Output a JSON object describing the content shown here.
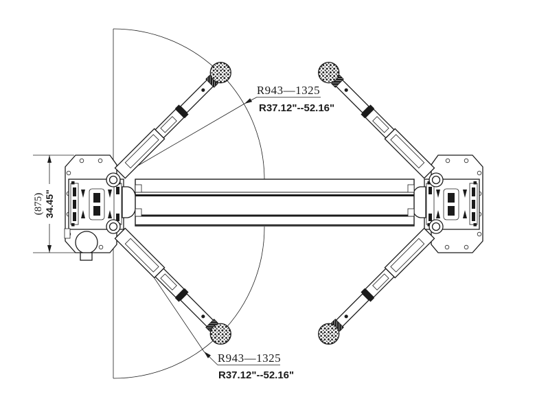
{
  "drawing": {
    "type": "technical-plan-view-two-post-lift",
    "colors": {
      "ink": "#1b1b1b",
      "background": "#ffffff"
    },
    "annotations": {
      "top_radius": {
        "metric": "R943—1325",
        "inch": "R37.12\"--52.16\""
      },
      "bottom_radius": {
        "metric": "R943—1325",
        "inch": "R37.12\"--52.16\""
      }
    },
    "dimensions": {
      "base_plate_depth": {
        "metric": "(875)",
        "inch": "34.45\""
      }
    }
  }
}
